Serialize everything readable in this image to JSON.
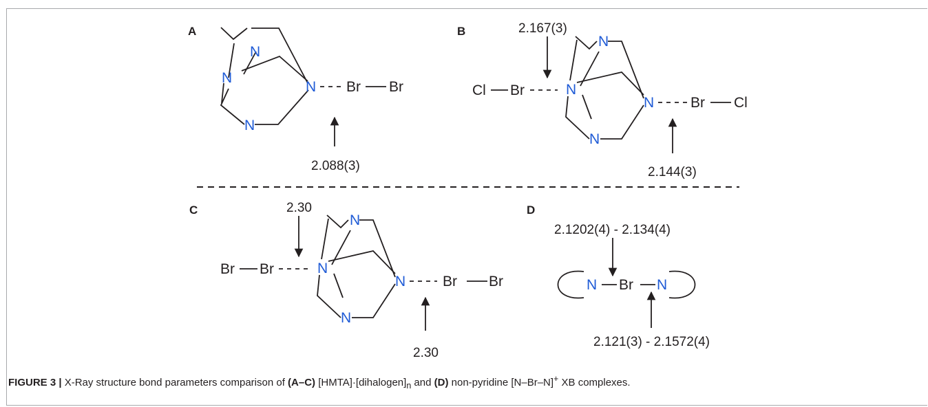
{
  "panels": {
    "A": {
      "letter": "A",
      "atoms": [
        "N",
        "N",
        "N",
        "N",
        "Br",
        "Br"
      ],
      "distance": "2.088(3)"
    },
    "B": {
      "letter": "B",
      "atoms": [
        "Cl",
        "Br",
        "N",
        "N",
        "N",
        "N",
        "Br",
        "Cl"
      ],
      "distance_left": "2.167(3)",
      "distance_right": "2.144(3)"
    },
    "C": {
      "letter": "C",
      "atoms": [
        "Br",
        "Br",
        "N",
        "N",
        "N",
        "N",
        "Br",
        "Br"
      ],
      "distance_left": "2.30",
      "distance_right": "2.30"
    },
    "D": {
      "letter": "D",
      "atoms": [
        "N",
        "Br",
        "N"
      ],
      "distance_top": "2.1202(4) - 2.134(4)",
      "distance_bottom": "2.121(3) - 2.1572(4)"
    }
  },
  "caption": {
    "label": "FIGURE 3 |",
    "t1": " X-Ray structure bond parameters comparison of ",
    "b1": "(A–C)",
    "t2": " [HMTA]·[dihalogen]",
    "sub1": "n",
    "t3": " and ",
    "b2": "(D)",
    "t4": " non-pyridine [N–Br–N]",
    "sup1": "+",
    "t5": " XB complexes."
  },
  "colors": {
    "nitrogen": "#1f5bd6",
    "ink": "#231f20",
    "frame": "#a7a9ac"
  }
}
